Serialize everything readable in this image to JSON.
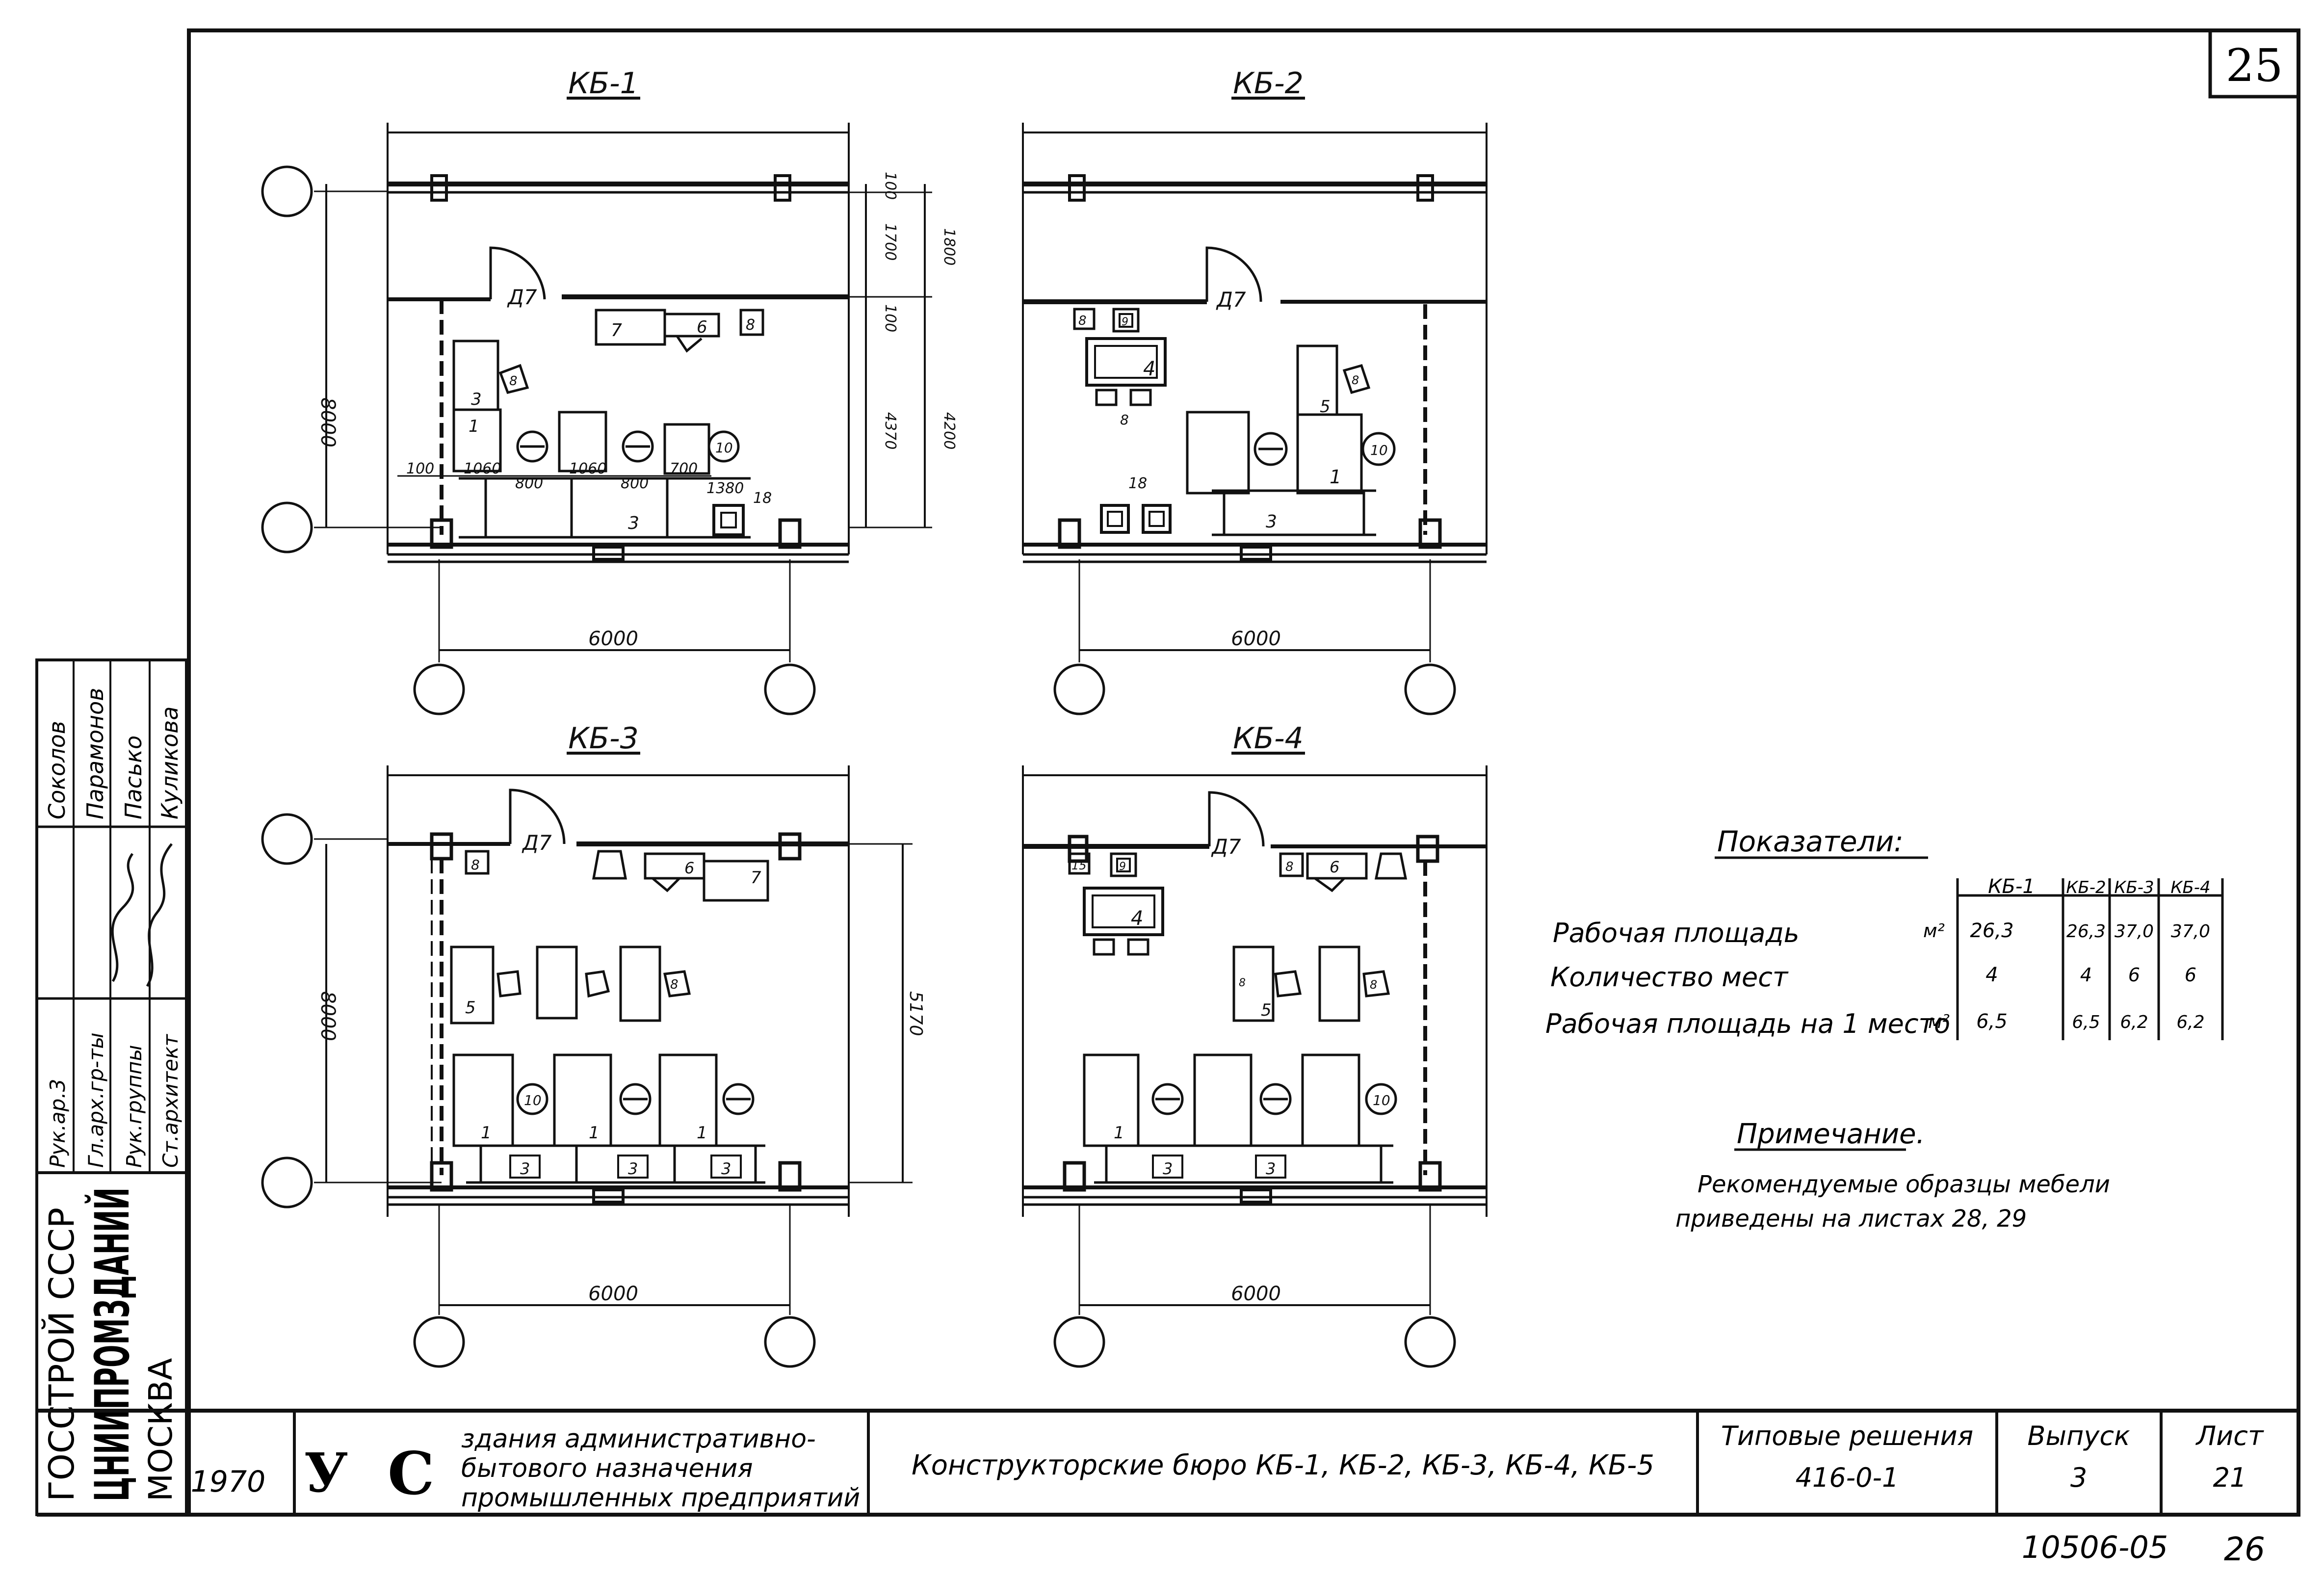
{
  "sheet": {
    "number_top": "25",
    "year": "1970",
    "series_logo_letters": [
      "У",
      "С"
    ],
    "series_title_lines": [
      "здания административно-",
      "бытового назначения",
      "промышленных предприятий"
    ],
    "drawing_title": "Конструкторские бюро КБ-1, КБ-2, КБ-3, КБ-4, КБ-5",
    "typical": {
      "label": "Типовые решения",
      "value": "416-0-1"
    },
    "issue": {
      "label": "Выпуск",
      "value": "3"
    },
    "page": {
      "label": "Лист",
      "value": "21"
    },
    "archive_no": "10506-05",
    "archive_sheet": "26"
  },
  "org": {
    "name": "ГОССТРОЙ СССР",
    "institute": "ЦНИИПРОМЗДАНИЙ",
    "city": "МОСКВА"
  },
  "stamp": {
    "roles": [
      "Рук.ар.3",
      "Гл.арх.гр-ты",
      "Рук.группы",
      "Ст.архитект"
    ],
    "names": [
      "Соколов",
      "Парамонов",
      "Пасько",
      "Куликова"
    ]
  },
  "plans": [
    {
      "title": "КБ-1",
      "grid_width": "6000",
      "height_dim": "8000",
      "door_label": "Д7",
      "right_dims": [
        "100",
        "1700",
        "100",
        "4370",
        "1800",
        "4200"
      ],
      "bottom_dims": [
        "100",
        "1060",
        "800",
        "1060",
        "800",
        "700",
        "1380"
      ],
      "items": [
        "7",
        "6",
        "8",
        "3",
        "8",
        "1",
        "10",
        "3",
        "18"
      ]
    },
    {
      "title": "КБ-2",
      "grid_width": "6000",
      "door_label": "Д7",
      "items": [
        "8",
        "9",
        "4",
        "8",
        "5",
        "8",
        "1",
        "10",
        "18",
        "3"
      ]
    },
    {
      "title": "КБ-3",
      "grid_width": "6000",
      "height_dim": "8000",
      "right_dim": "5170",
      "door_label": "Д7",
      "items": [
        "8",
        "6",
        "7",
        "5",
        "8",
        "10",
        "1",
        "1",
        "1",
        "3",
        "3",
        "3"
      ]
    },
    {
      "title": "КБ-4",
      "grid_width": "6000",
      "door_label": "Д7",
      "items": [
        "15",
        "9",
        "4",
        "8",
        "6",
        "8",
        "5",
        "8",
        "1",
        "10",
        "3",
        "3"
      ]
    }
  ],
  "indicators": {
    "title": "Показатели:",
    "columns": [
      "КБ-1",
      "КБ-2",
      "КБ-3",
      "КБ-4"
    ],
    "rows": [
      {
        "label": "Рабочая площадь",
        "unit": "м²",
        "values": [
          "26,3",
          "26,3",
          "37,0",
          "37,0"
        ]
      },
      {
        "label": "Количество мест",
        "unit": "",
        "values": [
          "4",
          "4",
          "6",
          "6"
        ]
      },
      {
        "label": "Рабочая площадь на 1 место",
        "unit": "м²",
        "values": [
          "6,5",
          "6,5",
          "6,2",
          "6,2"
        ]
      }
    ]
  },
  "note": {
    "title": "Примечание.",
    "lines": [
      "Рекомендуемые образцы мебели",
      "приведены на листах 28, 29"
    ]
  }
}
